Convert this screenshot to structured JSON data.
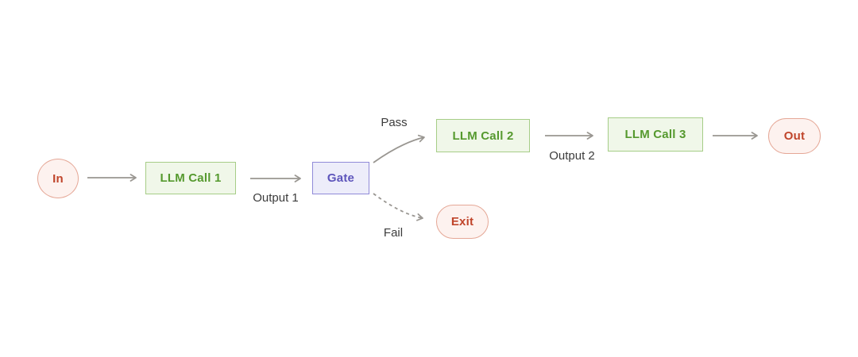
{
  "diagram": {
    "nodes": {
      "in": {
        "label": "In"
      },
      "llm1": {
        "label": "LLM Call 1"
      },
      "gate": {
        "label": "Gate"
      },
      "llm2": {
        "label": "LLM Call 2"
      },
      "llm3": {
        "label": "LLM Call 3"
      },
      "out": {
        "label": "Out"
      },
      "exit": {
        "label": "Exit"
      }
    },
    "edge_labels": {
      "output1": "Output 1",
      "pass": "Pass",
      "output2": "Output 2",
      "fail": "Fail"
    },
    "colors": {
      "terminal_fill": "#fdf2ef",
      "terminal_border": "#e5a796",
      "terminal_text": "#c0452b",
      "llm_fill": "#f0f7e9",
      "llm_border": "#a6cd87",
      "llm_text": "#55992e",
      "gate_fill": "#ededfa",
      "gate_border": "#908ad8",
      "gate_text": "#5d55bb",
      "edge_stroke": "#999691",
      "edge_label_text": "#3c3c3c",
      "background": "#ffffff"
    }
  }
}
